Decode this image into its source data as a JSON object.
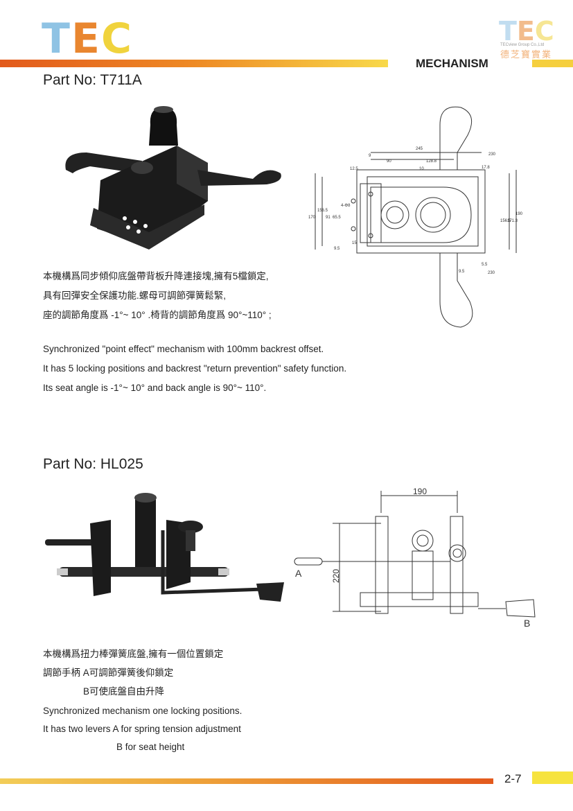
{
  "header": {
    "logo_t": "T",
    "logo_e": "E",
    "logo_c": "C",
    "right_logo_t": "T",
    "right_logo_e": "E",
    "right_logo_c": "C",
    "right_logo_sub": "TECview Group Co.,Ltd",
    "right_logo_cn": "德芝寶實業",
    "section": "MECHANISM"
  },
  "products": [
    {
      "part_no": "Part No: T711A",
      "cn_lines": [
        "本機構爲同步傾仰底盤帶背板升降連接塊,擁有5檔鎖定,",
        "具有回彈安全保護功能.螺母可調節彈簧鬆緊,",
        "座的調節角度爲 -1°~ 10° .椅背的調節角度爲 90°~110° ;"
      ],
      "en_lines": [
        "Synchronized \"point effect\" mechanism with 100mm backrest offset.",
        "It has 5 locking positions and backrest \"return prevention\" safety function.",
        "Its seat angle is -1°~ 10° and back angle is 90°~ 110°."
      ],
      "dims": {
        "d245": "245",
        "d230a": "230",
        "d9": "9",
        "d90": "90",
        "d128": "128.8",
        "d10": "10",
        "d125": "12.5",
        "d178": "17.8",
        "d170": "170",
        "d1565l": "156.5",
        "d91": "91",
        "d655": "65.5",
        "d4phi": "4-Φ8",
        "d95a": "9.5",
        "d15": "15",
        "d1565r": "156.5",
        "d1713": "171.3",
        "d190": "190",
        "d95b": "9.5",
        "d55": "5.5",
        "d230b": "230"
      }
    },
    {
      "part_no": "Part No: HL025",
      "cn_lines": [
        "本機構爲扭力棒彈簧底盤,擁有一個位置鎖定",
        "調節手柄 A可調節彈簧後仰鎖定",
        "B可使底盤自由升降"
      ],
      "en_lines": [
        "Synchronized mechanism  one locking positions.",
        "It has two levers  A for spring tension adjustment",
        "B for seat height"
      ],
      "dims": {
        "d190": "190",
        "d220": "220",
        "label_a": "A",
        "label_b": "B"
      }
    }
  ],
  "footer": {
    "page": "2-7"
  }
}
